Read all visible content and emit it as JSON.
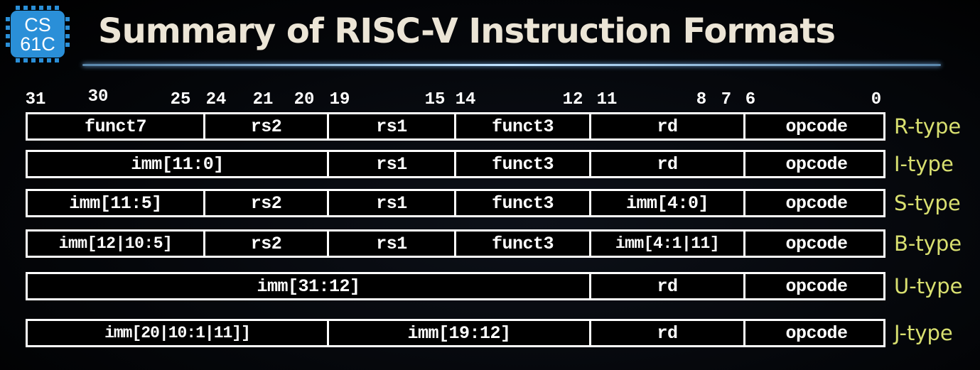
{
  "logo": {
    "line1": "CS",
    "line2": "61C",
    "accent_color": "#2a8fd8"
  },
  "title": "Summary of RISC-V Instruction Formats",
  "bit_labels": [
    "31",
    "30",
    "25",
    "24",
    "21",
    "20",
    "19",
    "15",
    "14",
    "12",
    "11",
    "8",
    "7",
    "6",
    "0"
  ],
  "formats": [
    {
      "type": "R-type",
      "fields": [
        {
          "label": "funct7",
          "hi": 31,
          "lo": 25
        },
        {
          "label": "rs2",
          "hi": 24,
          "lo": 20
        },
        {
          "label": "rs1",
          "hi": 19,
          "lo": 15
        },
        {
          "label": "funct3",
          "hi": 14,
          "lo": 12
        },
        {
          "label": "rd",
          "hi": 11,
          "lo": 7
        },
        {
          "label": "opcode",
          "hi": 6,
          "lo": 0
        }
      ]
    },
    {
      "type": "I-type",
      "fields": [
        {
          "label": "imm[11:0]",
          "hi": 31,
          "lo": 20
        },
        {
          "label": "rs1",
          "hi": 19,
          "lo": 15
        },
        {
          "label": "funct3",
          "hi": 14,
          "lo": 12
        },
        {
          "label": "rd",
          "hi": 11,
          "lo": 7
        },
        {
          "label": "opcode",
          "hi": 6,
          "lo": 0
        }
      ]
    },
    {
      "type": "S-type",
      "fields": [
        {
          "label": "imm[11:5]",
          "hi": 31,
          "lo": 25
        },
        {
          "label": "rs2",
          "hi": 24,
          "lo": 20
        },
        {
          "label": "rs1",
          "hi": 19,
          "lo": 15
        },
        {
          "label": "funct3",
          "hi": 14,
          "lo": 12
        },
        {
          "label": "imm[4:0]",
          "hi": 11,
          "lo": 7
        },
        {
          "label": "opcode",
          "hi": 6,
          "lo": 0
        }
      ]
    },
    {
      "type": "B-type",
      "fields": [
        {
          "label": "imm[12|10:5]",
          "hi": 31,
          "lo": 25
        },
        {
          "label": "rs2",
          "hi": 24,
          "lo": 20
        },
        {
          "label": "rs1",
          "hi": 19,
          "lo": 15
        },
        {
          "label": "funct3",
          "hi": 14,
          "lo": 12
        },
        {
          "label": "imm[4:1|11]",
          "hi": 11,
          "lo": 7
        },
        {
          "label": "opcode",
          "hi": 6,
          "lo": 0
        }
      ]
    },
    {
      "type": "U-type",
      "fields": [
        {
          "label": "imm[31:12]",
          "hi": 31,
          "lo": 12
        },
        {
          "label": "rd",
          "hi": 11,
          "lo": 7
        },
        {
          "label": "opcode",
          "hi": 6,
          "lo": 0
        }
      ]
    },
    {
      "type": "J-type",
      "fields": [
        {
          "label": "imm[20|10:1|11]]",
          "hi": 31,
          "lo": 20
        },
        {
          "label": "imm[19:12]",
          "hi": 19,
          "lo": 12
        },
        {
          "label": "rd",
          "hi": 11,
          "lo": 7
        },
        {
          "label": "opcode",
          "hi": 6,
          "lo": 0
        }
      ]
    }
  ]
}
